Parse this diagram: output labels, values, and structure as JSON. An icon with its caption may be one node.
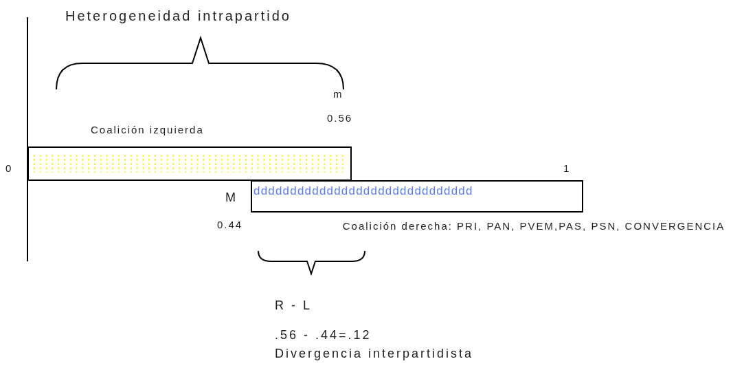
{
  "diagram": {
    "nodes": [
      {
        "text": [
          "Coalición izquierda"
        ]
      },
      {
        "text": [
          "dddddddddddddddddddddddddddddd",
          "Coalición derecha: PRI, PAN, PVEM,PAS, PSN, CONVERGENCIA"
        ]
      }
    ],
    "labels": [
      "Heterogeneidad intrapartido",
      "m",
      "0.56",
      "0",
      "1",
      "M",
      "0.44",
      "R - L",
      ".56 - .44=.12",
      "Divergencia interpartidista"
    ]
  }
}
